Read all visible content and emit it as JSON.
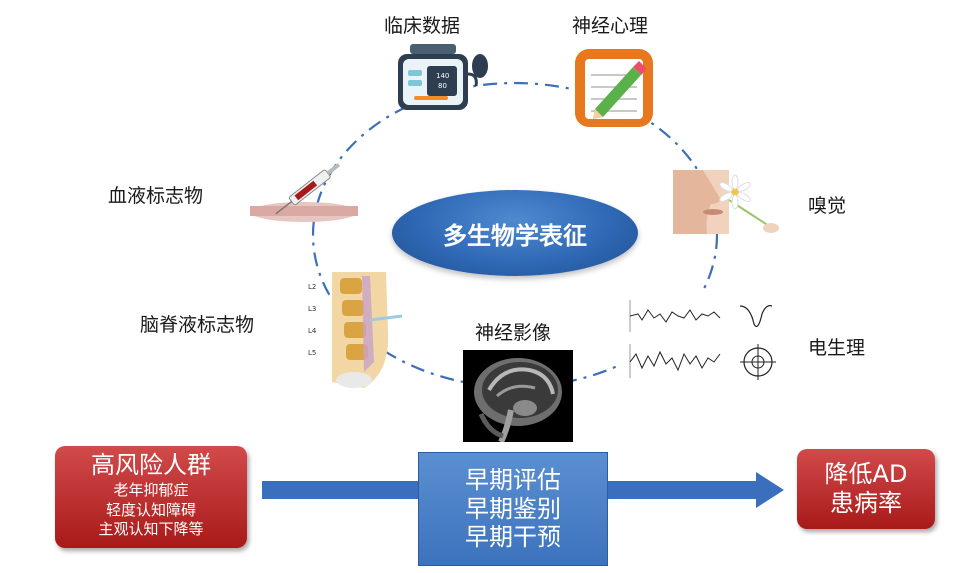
{
  "center": {
    "title": "多生物学表征"
  },
  "nodes": {
    "clinical": "临床数据",
    "neuropsych": "神经心理",
    "blood": "血液标志物",
    "smell": "嗅觉",
    "csf": "脑脊液标志物",
    "imaging": "神经影像",
    "electro": "电生理"
  },
  "bp_reading": {
    "sys": "140",
    "dia": "80"
  },
  "spine_levels": [
    "L2",
    "L3",
    "L4",
    "L5"
  ],
  "left_box": {
    "title": "高风险人群",
    "items": [
      "老年抑郁症",
      "轻度认知障碍",
      "主观认知下降等"
    ]
  },
  "middle_box": {
    "items": [
      "早期评估",
      "早期鉴别",
      "早期干预"
    ]
  },
  "right_box": {
    "items": [
      "降低AD",
      "患病率"
    ]
  },
  "colors": {
    "ring": "#3b70b8",
    "ellipse": "#2f68b5",
    "red": "#b52424",
    "blue": "#4a80c8"
  }
}
